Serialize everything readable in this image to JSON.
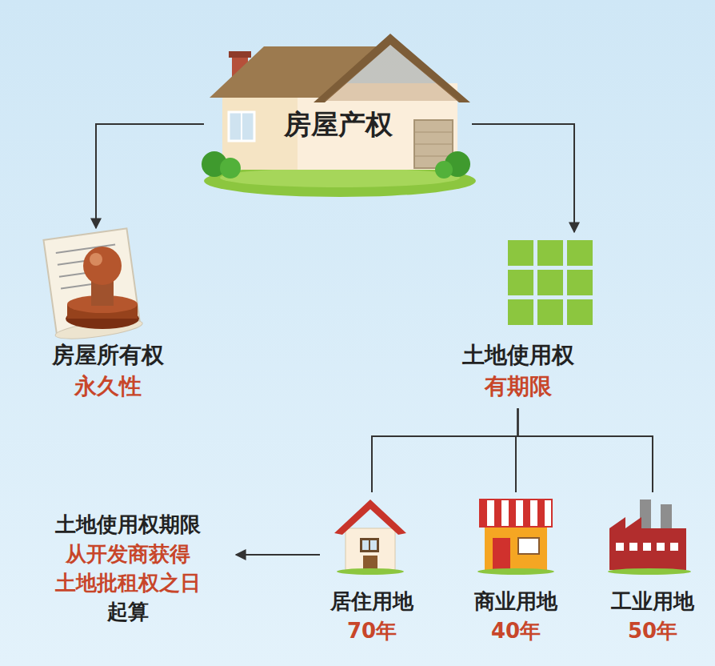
{
  "diagram": {
    "nodes": [
      {
        "text": [
          "房屋产权"
        ]
      },
      {
        "text": [
          "房屋所有权",
          "永久性"
        ]
      },
      {
        "text": [
          "土地使用权",
          "有期限"
        ]
      },
      {
        "text": [
          "居住用地",
          "70年"
        ]
      },
      {
        "text": [
          "商业用地",
          "40年"
        ]
      },
      {
        "text": [
          "工业用地",
          "50年"
        ]
      },
      {
        "text": [
          "土地使用权期限",
          "从开发商获得 土地批租权之日",
          "起算"
        ]
      }
    ],
    "edges": [
      {
        "from": 0,
        "to": 1,
        "arrow": "to"
      },
      {
        "from": 0,
        "to": 2,
        "arrow": "to"
      },
      {
        "from": 2,
        "to": 3,
        "arrow": "none"
      },
      {
        "from": 2,
        "to": 4,
        "arrow": "none"
      },
      {
        "from": 2,
        "to": 5,
        "arrow": "none"
      },
      {
        "from": 3,
        "to": 6,
        "arrow": "to"
      }
    ]
  }
}
